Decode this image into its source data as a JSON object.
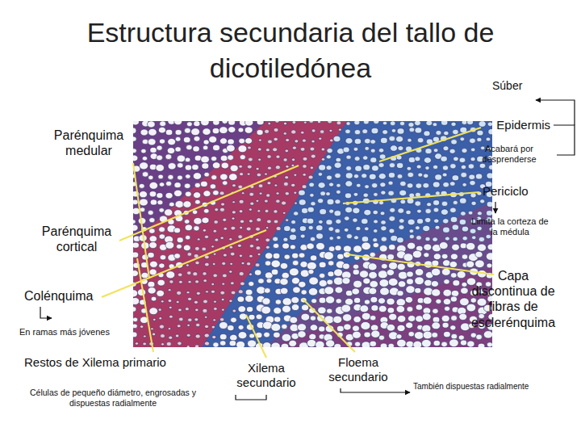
{
  "diagram": {
    "title": "Estructura secundaria del tallo de dicotiledónea",
    "labels": [
      "Súber",
      "Epidermis",
      "Parénquima medular",
      "Acabará por desprenderse",
      "Periciclo",
      "Limita la corteza de la médula",
      "Parénquima cortical",
      "Capa discontinua de fibras de esclerénquima",
      "Colénquima",
      "En ramas más jóvenes",
      "Restos de Xilema primario",
      "Células de pequeño diámetro, engrosadas y dispuestas radialmente",
      "Xilema secundario",
      "Floema secundario",
      "También dispuestas radialmente"
    ]
  }
}
